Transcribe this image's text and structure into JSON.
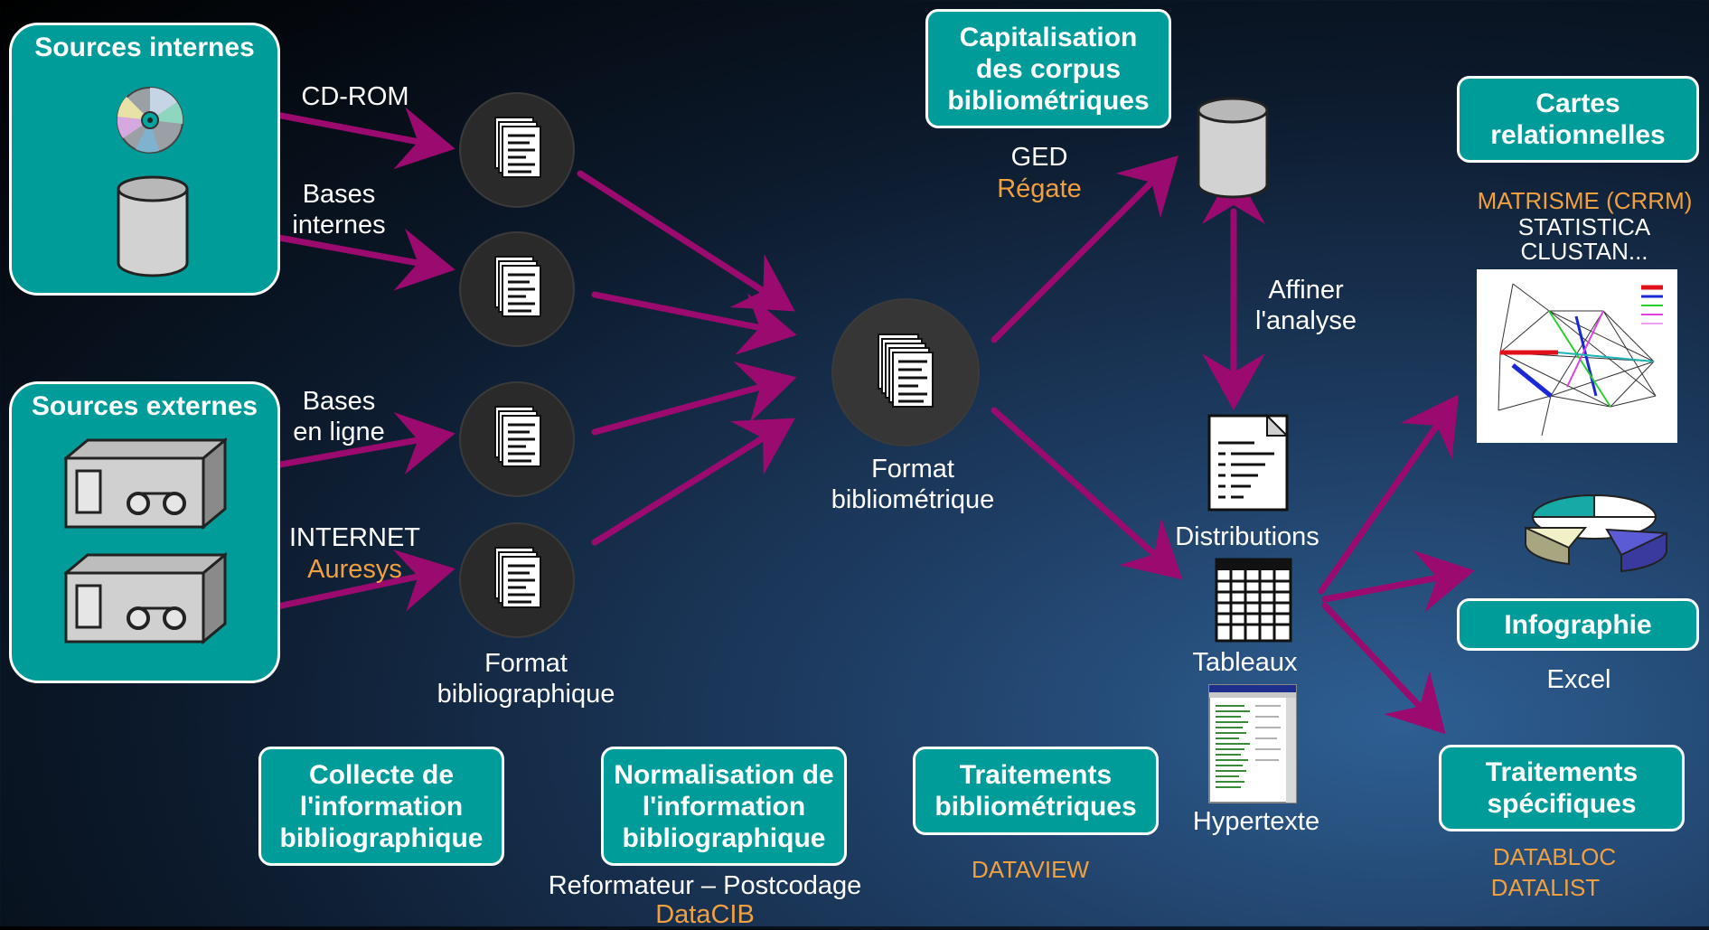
{
  "panels": {
    "sources_internes": "Sources internes",
    "sources_externes": "Sources externes"
  },
  "edge_labels": {
    "cdrom": "CD-ROM",
    "bases_internes": "Bases\ninternes",
    "bases_en_ligne": "Bases\nen ligne",
    "internet": "INTERNET",
    "auresys": "Auresys"
  },
  "nodes": {
    "format_bibliographique": "Format\nbibliographique",
    "format_bibliometrique": "Format\nbibliométrique",
    "ged": "GED",
    "regate": "Régate",
    "affiner": "Affiner\nl'analyse",
    "distributions": "Distributions",
    "tableaux": "Tableaux",
    "hypertexte": "Hypertexte"
  },
  "boxes": {
    "capitalisation": "Capitalisation\ndes corpus\nbibliométriques",
    "cartes": "Cartes\nrelationnelles",
    "infographie": "Infographie",
    "traitements_specifiques": "Traitements\nspécifiques",
    "collecte": "Collecte de\nl'information\nbibliographique",
    "normalisation": "Normalisation de\nl'information\nbibliographique",
    "traitements_bibliometriques": "Traitements\nbibliométriques"
  },
  "tools": {
    "matrisme": "MATRISME (CRRM)",
    "statistica": "STATISTICA",
    "clustan": "CLUSTAN...",
    "excel": "Excel",
    "databloc": "DATABLOC",
    "datalist": "DATALIST",
    "reformateur": "Reformateur – Postcodage",
    "datacib": "DataCIB",
    "dataview": "DATAVIEW"
  },
  "colors": {
    "box_fill": "#009c99",
    "arrow": "#9b0a6e",
    "tool_highlight": "#f0a040"
  }
}
